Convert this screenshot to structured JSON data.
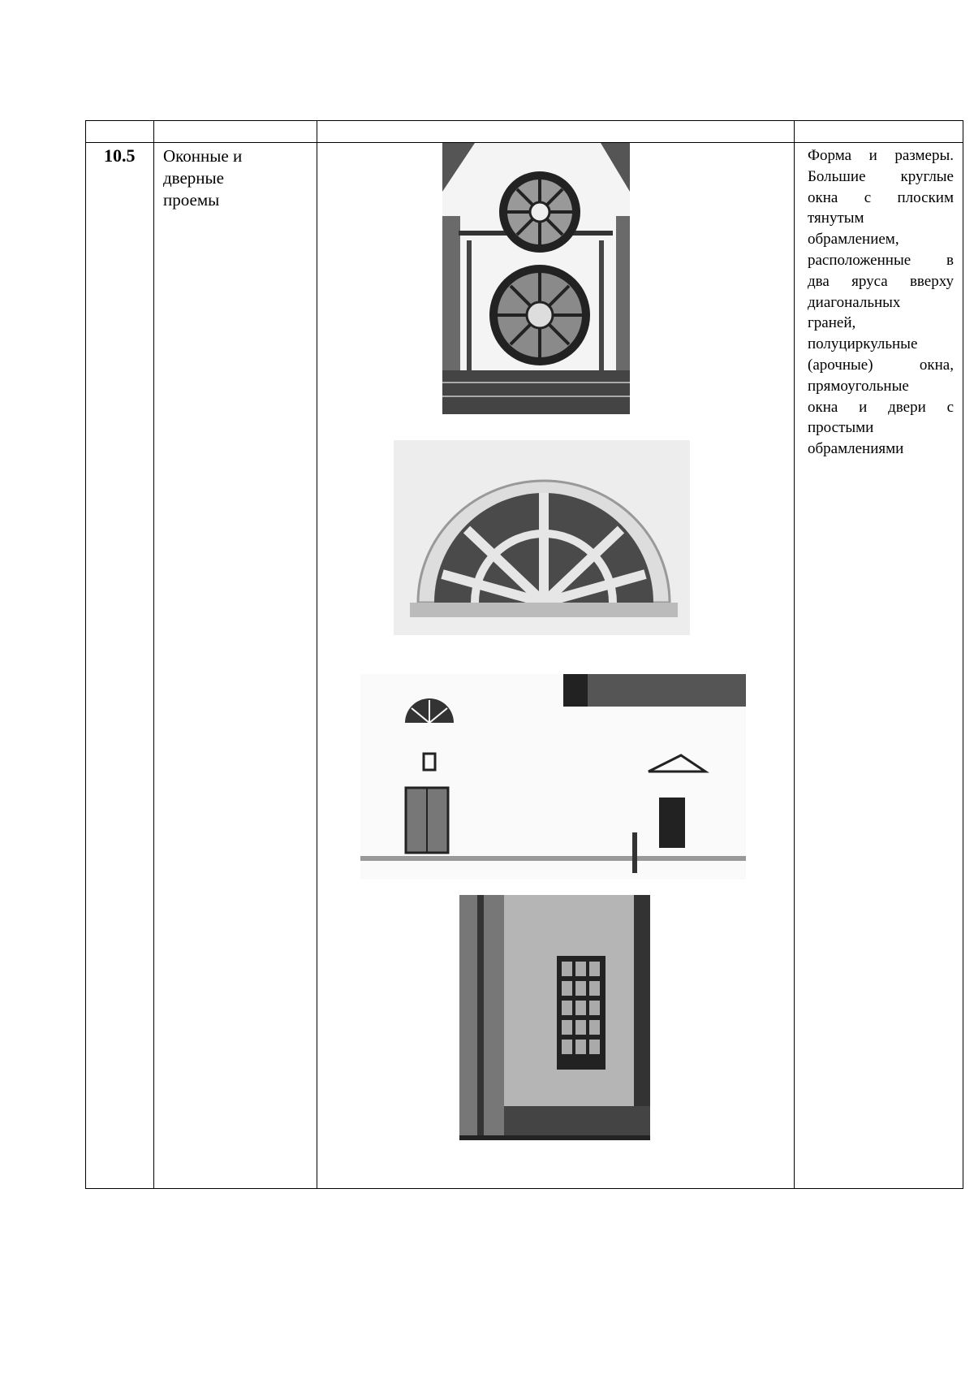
{
  "row": {
    "number": "10.5",
    "name_lines": [
      "Оконные и",
      "дверные",
      "проемы"
    ],
    "description_lines": [
      "Форма и размеры.",
      "Большие круглые",
      "окна с плоским",
      "тянутым",
      "обрамлением,",
      "расположенные в",
      "два яруса вверху",
      "диагональных",
      "граней,",
      "полуциркульные",
      "(арочные) окна,",
      "прямоугольные",
      "окна и двери с",
      "простыми",
      "обрамлениями"
    ]
  },
  "photos": [
    {
      "name": "round-windows-photo"
    },
    {
      "name": "arched-window-photo"
    },
    {
      "name": "doors-facade-photo"
    },
    {
      "name": "rectangular-window-photo"
    }
  ]
}
